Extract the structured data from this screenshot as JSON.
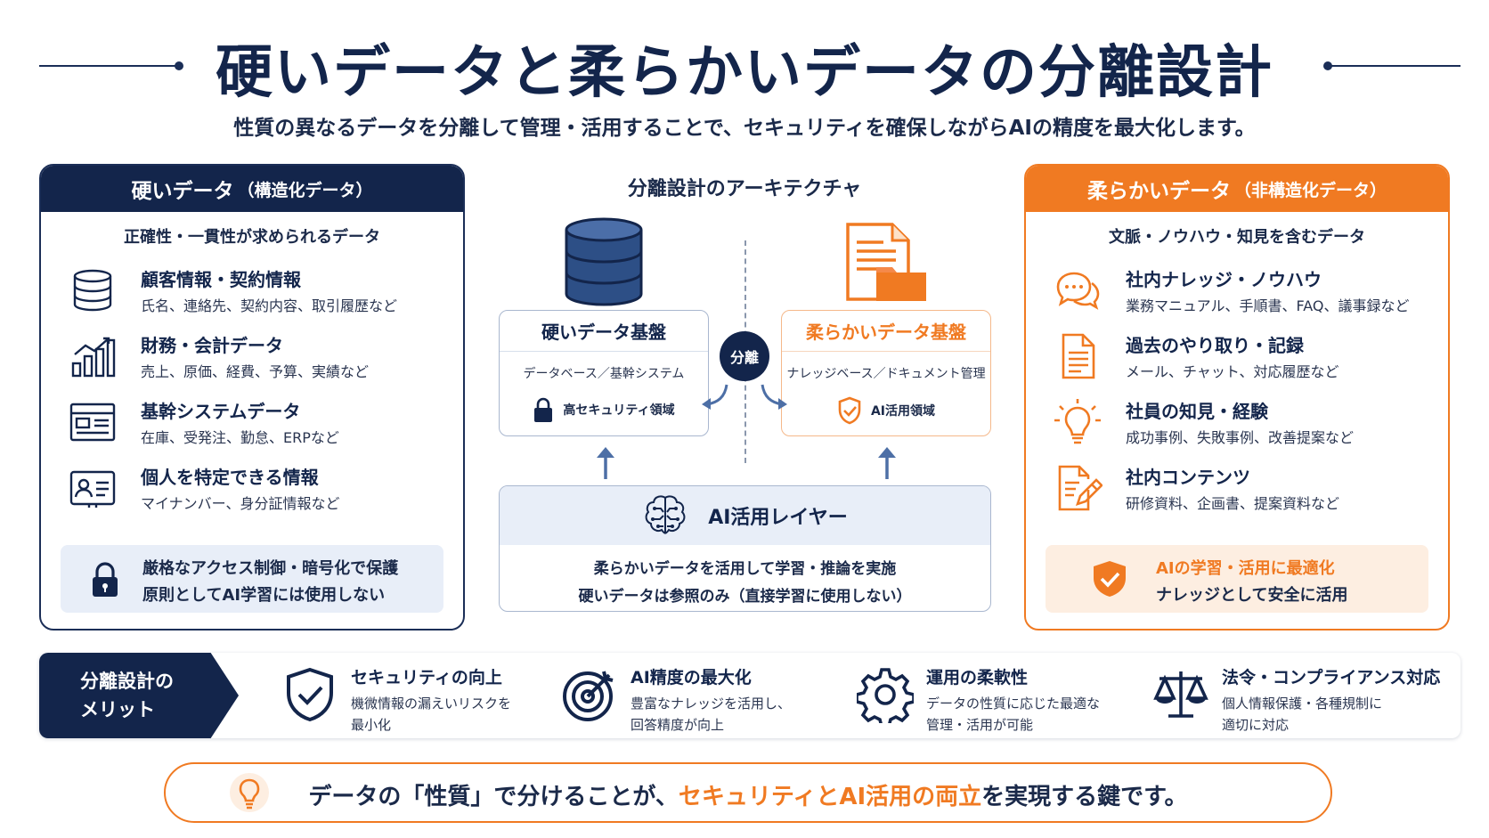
{
  "title": "硬いデータと柔らかいデータの分離設計",
  "subtitle": "性質の異なるデータを分離して管理・活用することで、セキュリティを確保しながらAIの精度を最大化します。",
  "colors": {
    "navy": "#13254b",
    "orange": "#f07a22",
    "light_blue": "#e8eef8",
    "light_orange": "#fdeee1"
  },
  "hard_panel": {
    "title": "硬いデータ",
    "title_suffix": "（構造化データ）",
    "subtitle": "正確性・一貫性が求められるデータ",
    "items": [
      {
        "icon": "database-icon",
        "title": "顧客情報・契約情報",
        "desc": "氏名、連絡先、契約内容、取引履歴など"
      },
      {
        "icon": "bar-chart-icon",
        "title": "財務・会計データ",
        "desc": "売上、原価、経費、予算、実績など"
      },
      {
        "icon": "table-icon",
        "title": "基幹システムデータ",
        "desc": "在庫、受発注、勤怠、ERPなど"
      },
      {
        "icon": "id-card-icon",
        "title": "個人を特定できる情報",
        "desc": "マイナンバー、身分証情報など"
      }
    ],
    "note": {
      "icon": "lock-icon",
      "line1": "厳格なアクセス制御・暗号化で保護",
      "line2": "原則としてAI学習には使用しない"
    }
  },
  "soft_panel": {
    "title": "柔らかいデータ",
    "title_suffix": "（非構造化データ）",
    "subtitle": "文脈・ノウハウ・知見を含むデータ",
    "items": [
      {
        "icon": "chat-bubbles-icon",
        "title": "社内ナレッジ・ノウハウ",
        "desc": "業務マニュアル、手順書、FAQ、議事録など"
      },
      {
        "icon": "document-icon",
        "title": "過去のやり取り・記録",
        "desc": "メール、チャット、対応履歴など"
      },
      {
        "icon": "lightbulb-icon",
        "title": "社員の知見・経験",
        "desc": "成功事例、失敗事例、改善提案など"
      },
      {
        "icon": "edit-document-icon",
        "title": "社内コンテンツ",
        "desc": "研修資料、企画書、提案資料など"
      }
    ],
    "note": {
      "icon": "shield-check-icon",
      "line1": "AIの学習・活用に最適化",
      "line2": "ナレッジとして安全に活用"
    }
  },
  "architecture": {
    "title": "分離設計のアーキテクチャ",
    "separator": "分離",
    "hard_base": {
      "title": "硬いデータ基盤",
      "sub": "データベース／基幹システム",
      "zone": "高セキュリティ領域"
    },
    "soft_base": {
      "title": "柔らかいデータ基盤",
      "sub": "ナレッジベース／ドキュメント管理",
      "zone": "AI活用領域"
    },
    "ai_layer": {
      "title": "AI活用レイヤー",
      "line1": "柔らかいデータを活用して学習・推論を実施",
      "line2": "硬いデータは参照のみ（直接学習に使用しない）"
    }
  },
  "merits": {
    "label_line1": "分離設計の",
    "label_line2": "メリット",
    "items": [
      {
        "icon": "shield-check-icon",
        "title": "セキュリティの向上",
        "desc1": "機微情報の漏えいリスクを",
        "desc2": "最小化"
      },
      {
        "icon": "target-icon",
        "title": "AI精度の最大化",
        "desc1": "豊富なナレッジを活用し、",
        "desc2": "回答精度が向上"
      },
      {
        "icon": "gear-icon",
        "title": "運用の柔軟性",
        "desc1": "データの性質に応じた最適な",
        "desc2": "管理・活用が可能"
      },
      {
        "icon": "scales-icon",
        "title": "法令・コンプライアンス対応",
        "desc1": "個人情報保護・各種規制に",
        "desc2": "適切に対応"
      }
    ]
  },
  "key_message": {
    "part1": "データの「性質」で分けることが、",
    "highlight": "セキュリティとAI活用の両立",
    "part2": "を実現する鍵です。"
  }
}
